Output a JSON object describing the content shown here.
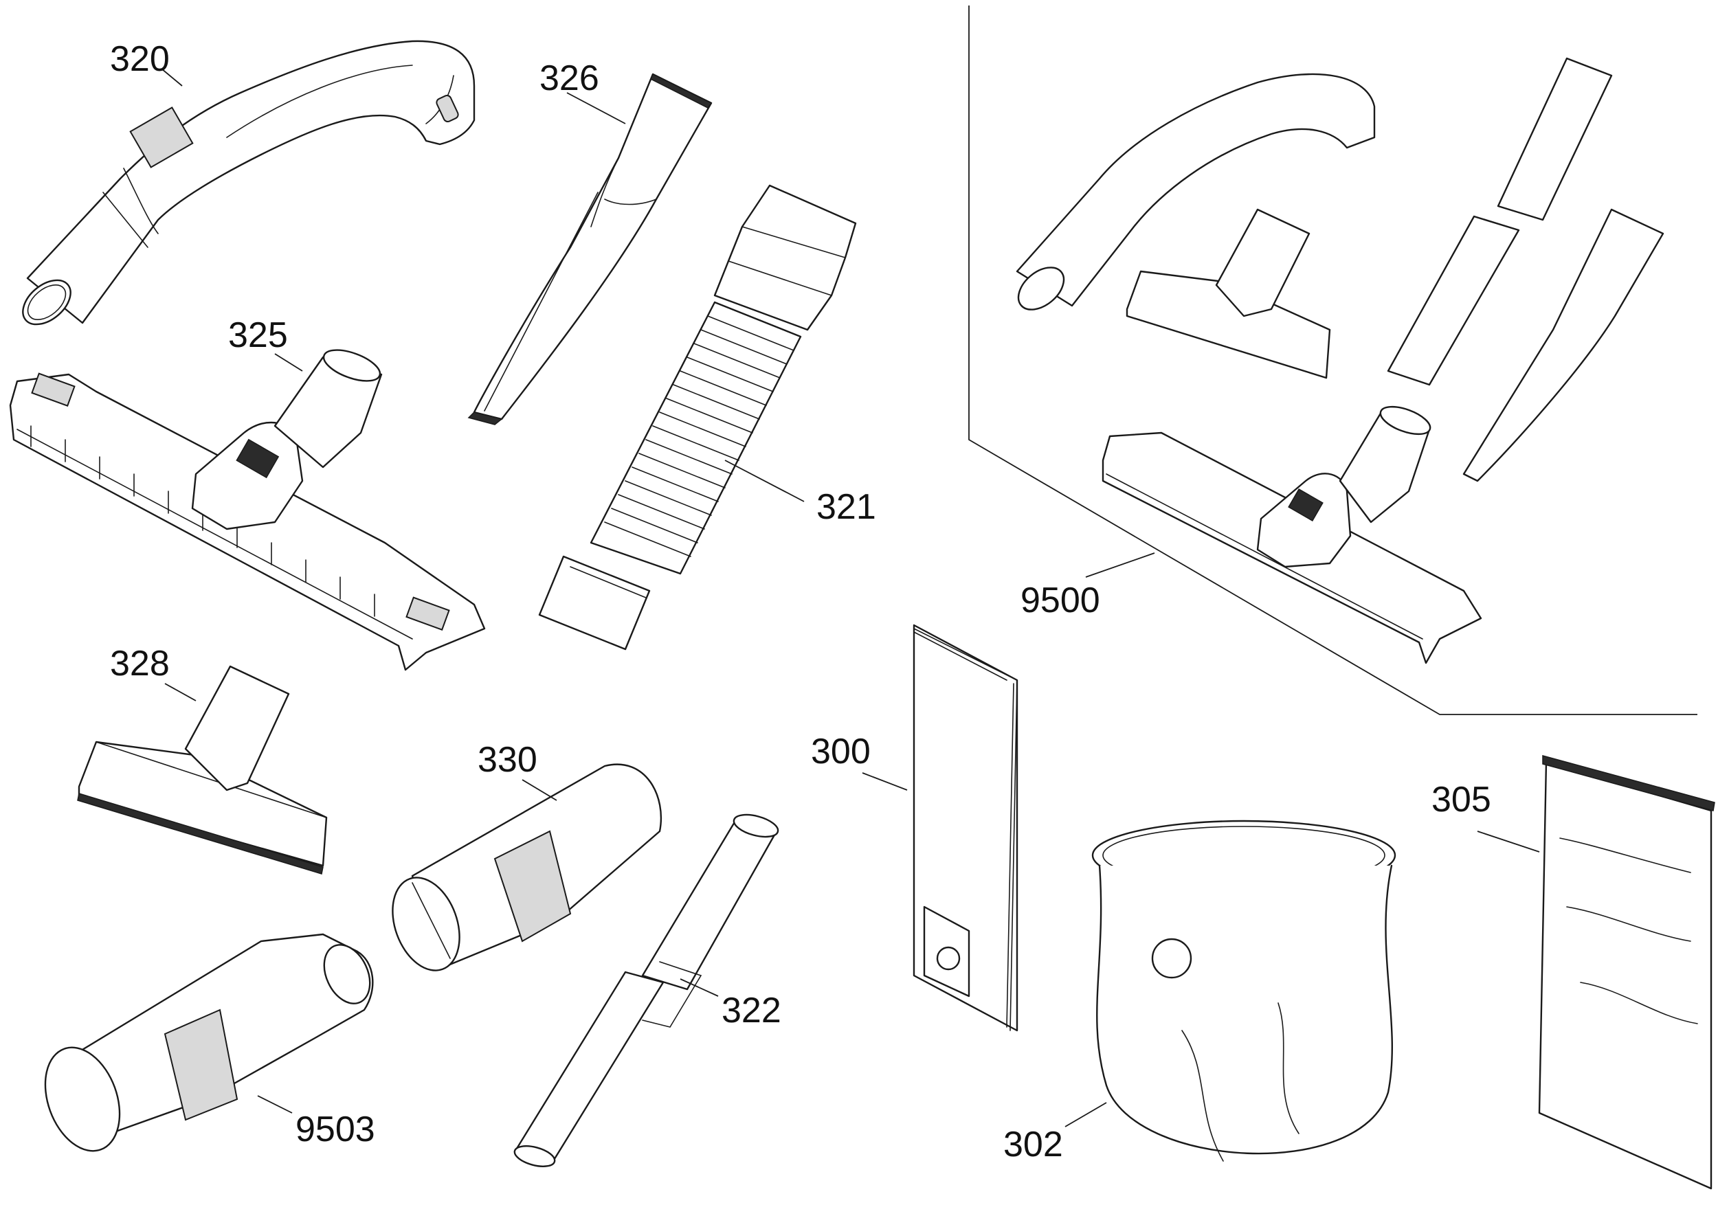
{
  "diagram": {
    "part_labels": {
      "p320": "320",
      "p326": "326",
      "p325": "325",
      "p321": "321",
      "p9500": "9500",
      "p328": "328",
      "p330": "330",
      "p300": "300",
      "p305": "305",
      "p322": "322",
      "p9503": "9503",
      "p302": "302"
    }
  }
}
